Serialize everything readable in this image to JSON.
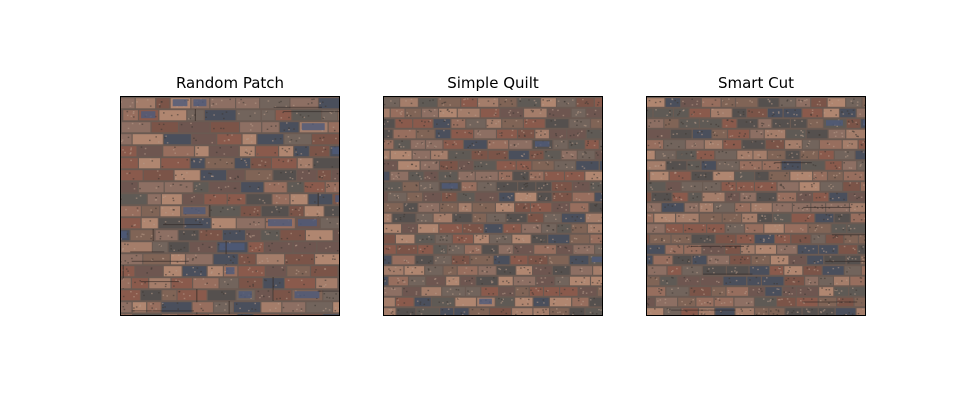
{
  "figure": {
    "panels": [
      {
        "title": "Random Patch",
        "variant": "random"
      },
      {
        "title": "Simple Quilt",
        "variant": "simple"
      },
      {
        "title": "Smart Cut",
        "variant": "smart"
      }
    ],
    "palette": {
      "mortar": "#6a5a52",
      "brick_colors": [
        "#8a5a4c",
        "#7b5448",
        "#976e5e",
        "#6e5650",
        "#5f5a55",
        "#8d6f63",
        "#a47d6a",
        "#72645c",
        "#55504e",
        "#4a4f5c",
        "#b08670",
        "#806456"
      ],
      "accent_blue": "#4d5a7a"
    }
  }
}
